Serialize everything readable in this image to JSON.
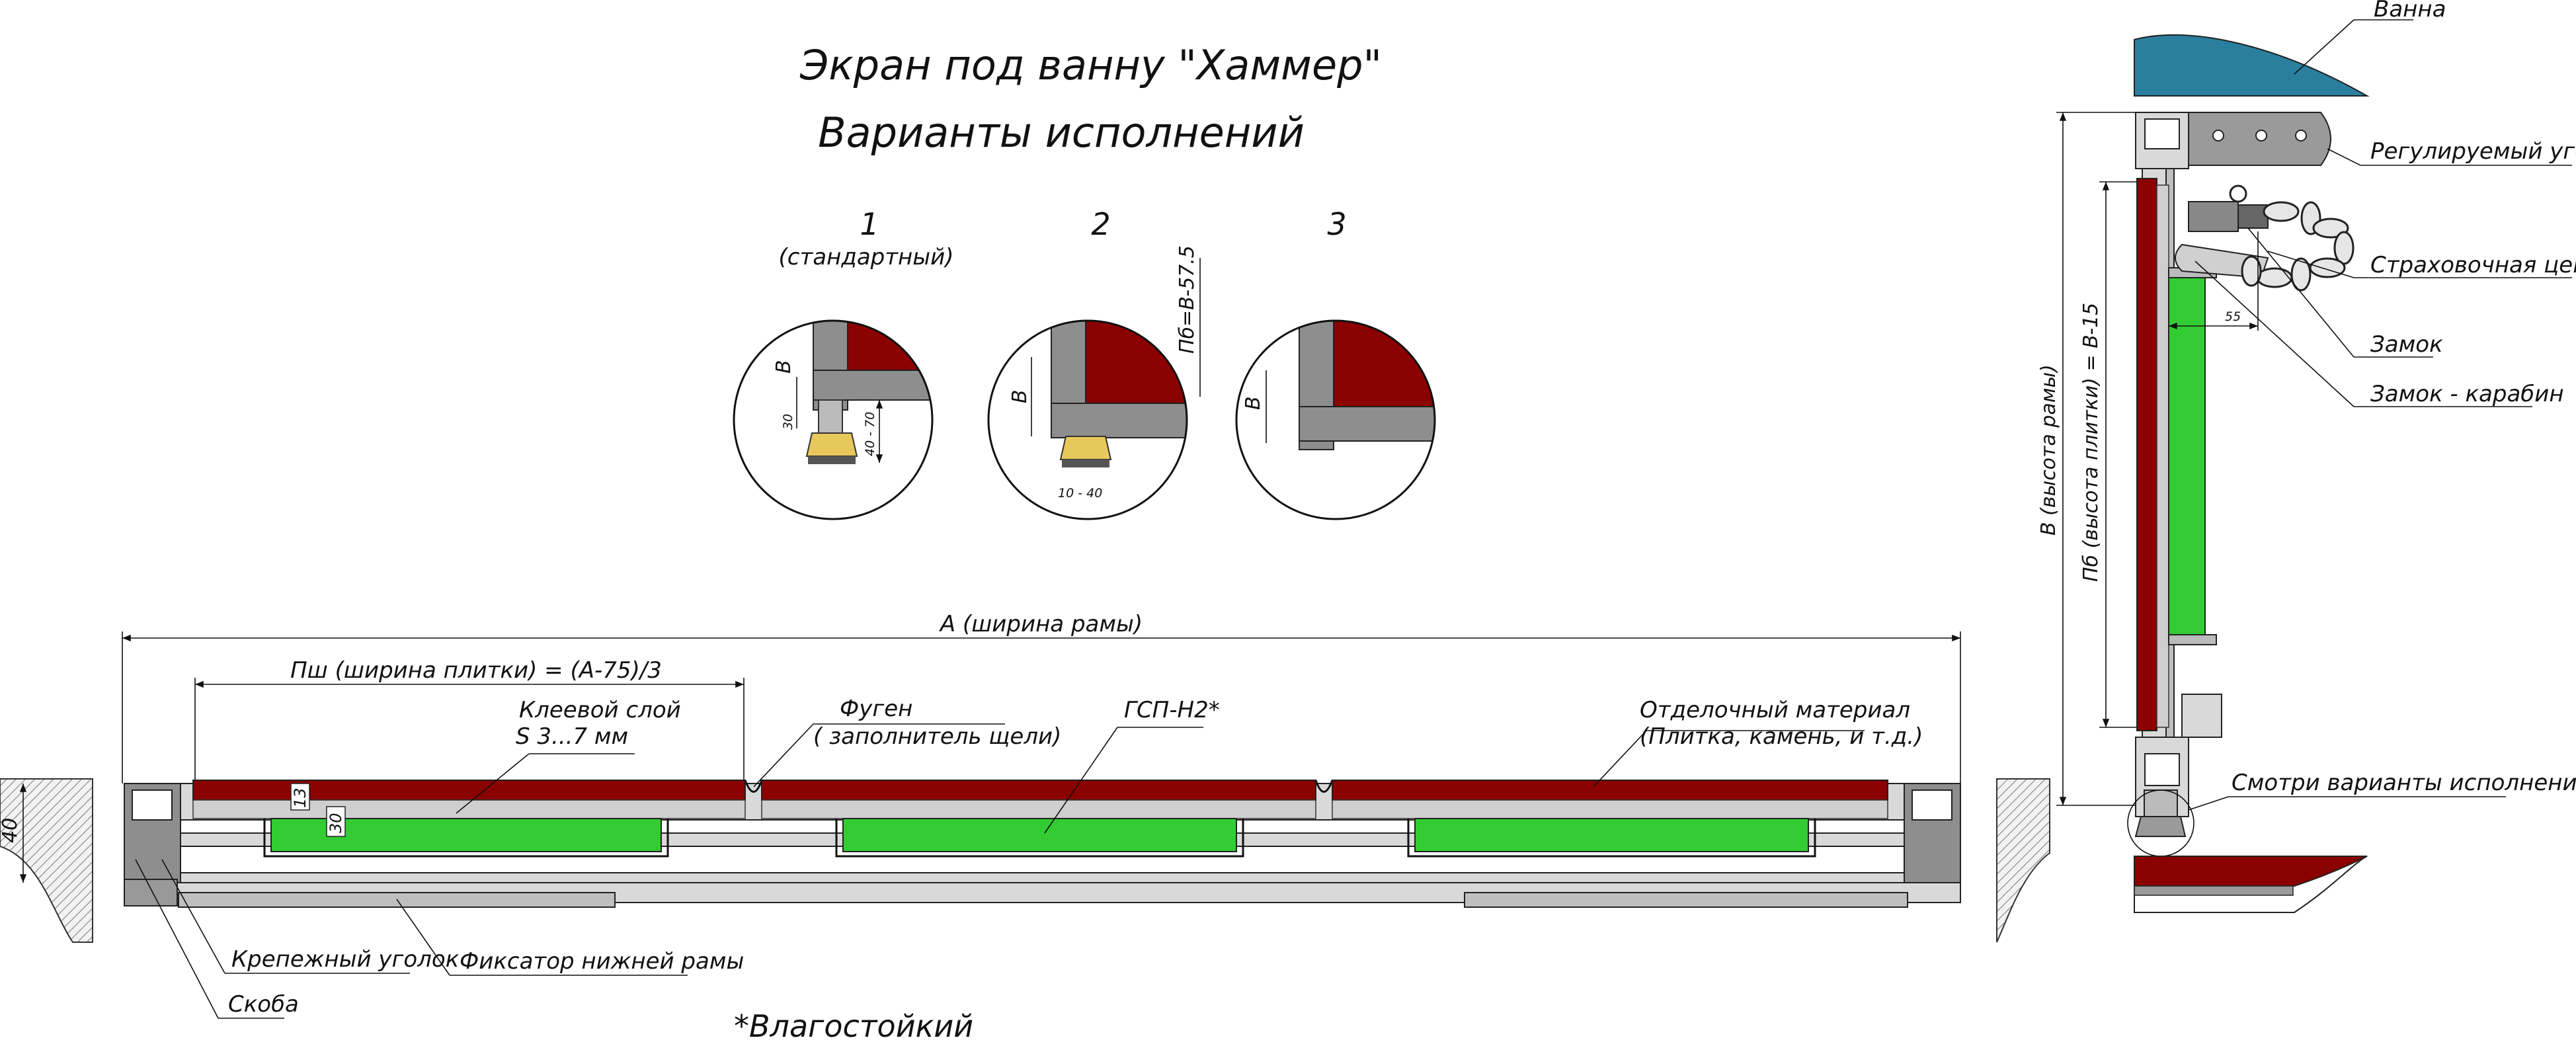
{
  "title": {
    "line1": "Экран под ванну \"Хаммер\"",
    "line2": "Варианты исполнений"
  },
  "variants": [
    {
      "number": "1",
      "caption": "(стандартный)"
    },
    {
      "number": "2",
      "caption": ""
    },
    {
      "number": "3",
      "caption": ""
    }
  ],
  "detail_dims": {
    "v1_b": "B",
    "v1_30": "30",
    "v1_range": "40 - 70",
    "v2_b": "B",
    "v2_range": "10 - 40",
    "v2_pb": "Пб=B-57.5",
    "v3_b": "B"
  },
  "section": {
    "width_label": "A (ширина рамы)",
    "tile_width_label": "Пш (ширина плитки) = (A-75)/3",
    "glue_label": "Клеевой слой",
    "glue_thickness": "S 3...7 мм",
    "fugen_label": "Фуген",
    "fugen_sub": "( заполнитель щели)",
    "gsp_label": "ГСП-Н2*",
    "finish_label": "Отделочный материал",
    "finish_sub": "(Плитка, камень, и т.д.)",
    "dim_13": "13",
    "dim_30": "30",
    "dim_40": "40",
    "bracket_label": "Крепежный уголок",
    "clip_label": "Скоба",
    "latch_label": "Фиксатор нижней рамы",
    "footnote": "*Влагостойкий"
  },
  "side": {
    "bath_label": "Ванна",
    "corner_label": "Регулируемый уголок",
    "chain_label": "Страховочная цепь",
    "lock_label": "Замок",
    "carabiner_label": "Замок - карабин",
    "see_variants_label": "Смотри варианты исполнений",
    "height_label": "B (высота рамы)",
    "tile_height_label": "Пб (высота плитки) = B-15",
    "dim_55": "55"
  },
  "colors": {
    "tile": "#8b0000",
    "gsp": "#33cc33",
    "bath": "#2a7f9e",
    "profile": "#8e8e8e"
  }
}
